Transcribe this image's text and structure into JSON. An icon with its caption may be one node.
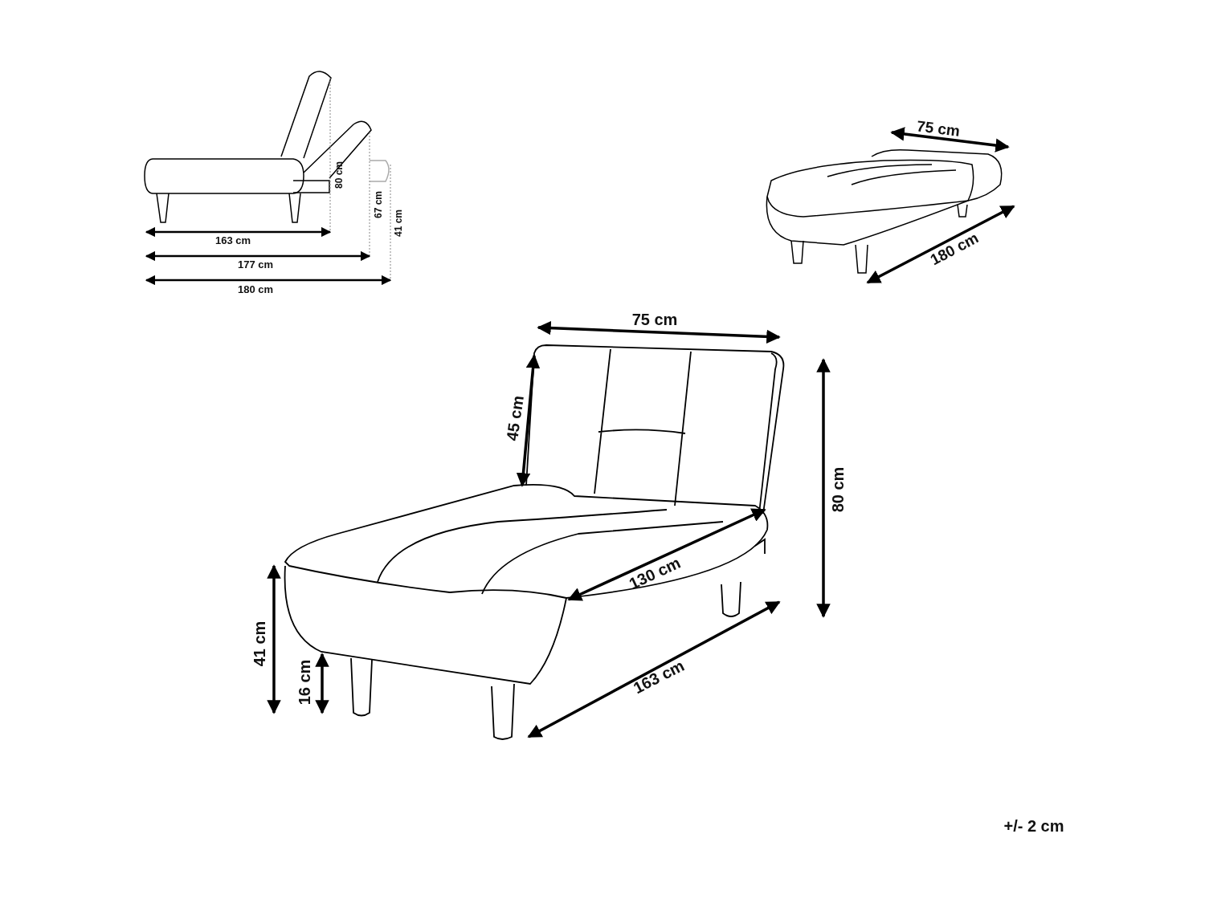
{
  "diagram": {
    "labels": [
      "75 cm",
      "80 cm",
      "67 cm",
      "41 cm",
      "163 cm",
      "177 cm",
      "180 cm",
      "180 cm",
      "75 cm",
      "45 cm",
      "80 cm",
      "130 cm",
      "41 cm",
      "16 cm",
      "163 cm",
      "+/- 2 cm"
    ]
  }
}
